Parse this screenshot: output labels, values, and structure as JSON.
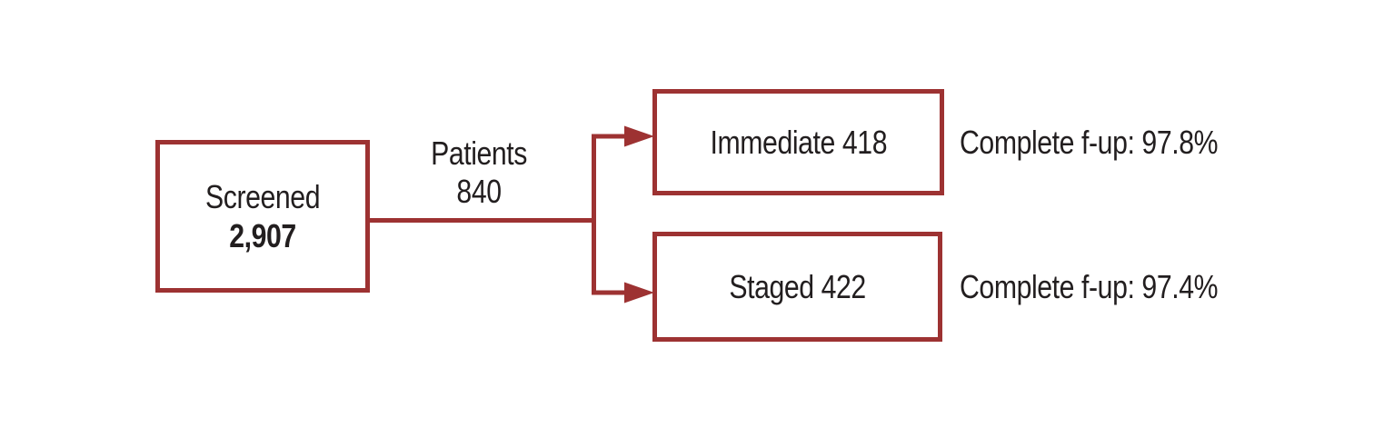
{
  "palette": {
    "line": "#9D3232",
    "text": "#221E1F",
    "background": "#FFFFFF"
  },
  "nodes": {
    "screened": {
      "label": "Screened",
      "value": "2,907"
    },
    "immediate": {
      "label": "Immediate 418",
      "note": "Complete f-up: 97.8%"
    },
    "staged": {
      "label": "Staged 422",
      "note": "Complete f-up: 97.4%"
    }
  },
  "branch": {
    "label": "Patients",
    "value": "840"
  },
  "icons": {
    "arrow_right": "filled-right-arrowhead"
  }
}
